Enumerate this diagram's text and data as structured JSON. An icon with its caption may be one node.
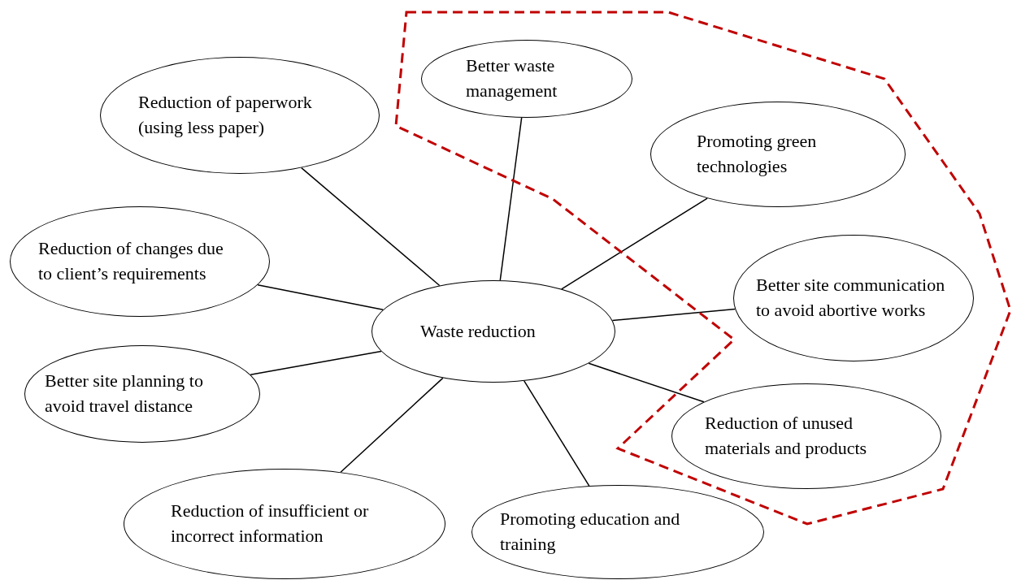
{
  "diagram": {
    "nodes": [
      {
        "text": [
          "Waste reduction"
        ]
      },
      {
        "text": [
          "Better waste management"
        ],
        "in": 10
      },
      {
        "text": [
          "Reduction of paperwork (using less paper)"
        ]
      },
      {
        "text": [
          "Promoting green technologies"
        ],
        "in": 10
      },
      {
        "text": [
          "Reduction of changes due to client’s requirements"
        ]
      },
      {
        "text": [
          "Better site communication to avoid abortive works"
        ],
        "in": 10
      },
      {
        "text": [
          "Better site planning to avoid travel distance"
        ]
      },
      {
        "text": [
          "Reduction of unused materials and products"
        ],
        "in": 10
      },
      {
        "text": [
          "Reduction of insufficient or incorrect information"
        ]
      },
      {
        "text": [
          "Promoting education and training"
        ]
      },
      {
        "text": [],
        "shape": "polygon"
      }
    ],
    "edges": [
      {
        "from": 0,
        "to": 1,
        "arrow": "none"
      },
      {
        "from": 0,
        "to": 2,
        "arrow": "none"
      },
      {
        "from": 0,
        "to": 3,
        "arrow": "none"
      },
      {
        "from": 0,
        "to": 4,
        "arrow": "none"
      },
      {
        "from": 0,
        "to": 5,
        "arrow": "none"
      },
      {
        "from": 0,
        "to": 6,
        "arrow": "none"
      },
      {
        "from": 0,
        "to": 7,
        "arrow": "none"
      },
      {
        "from": 0,
        "to": 8,
        "arrow": "none"
      },
      {
        "from": 0,
        "to": 9,
        "arrow": "none"
      }
    ]
  }
}
